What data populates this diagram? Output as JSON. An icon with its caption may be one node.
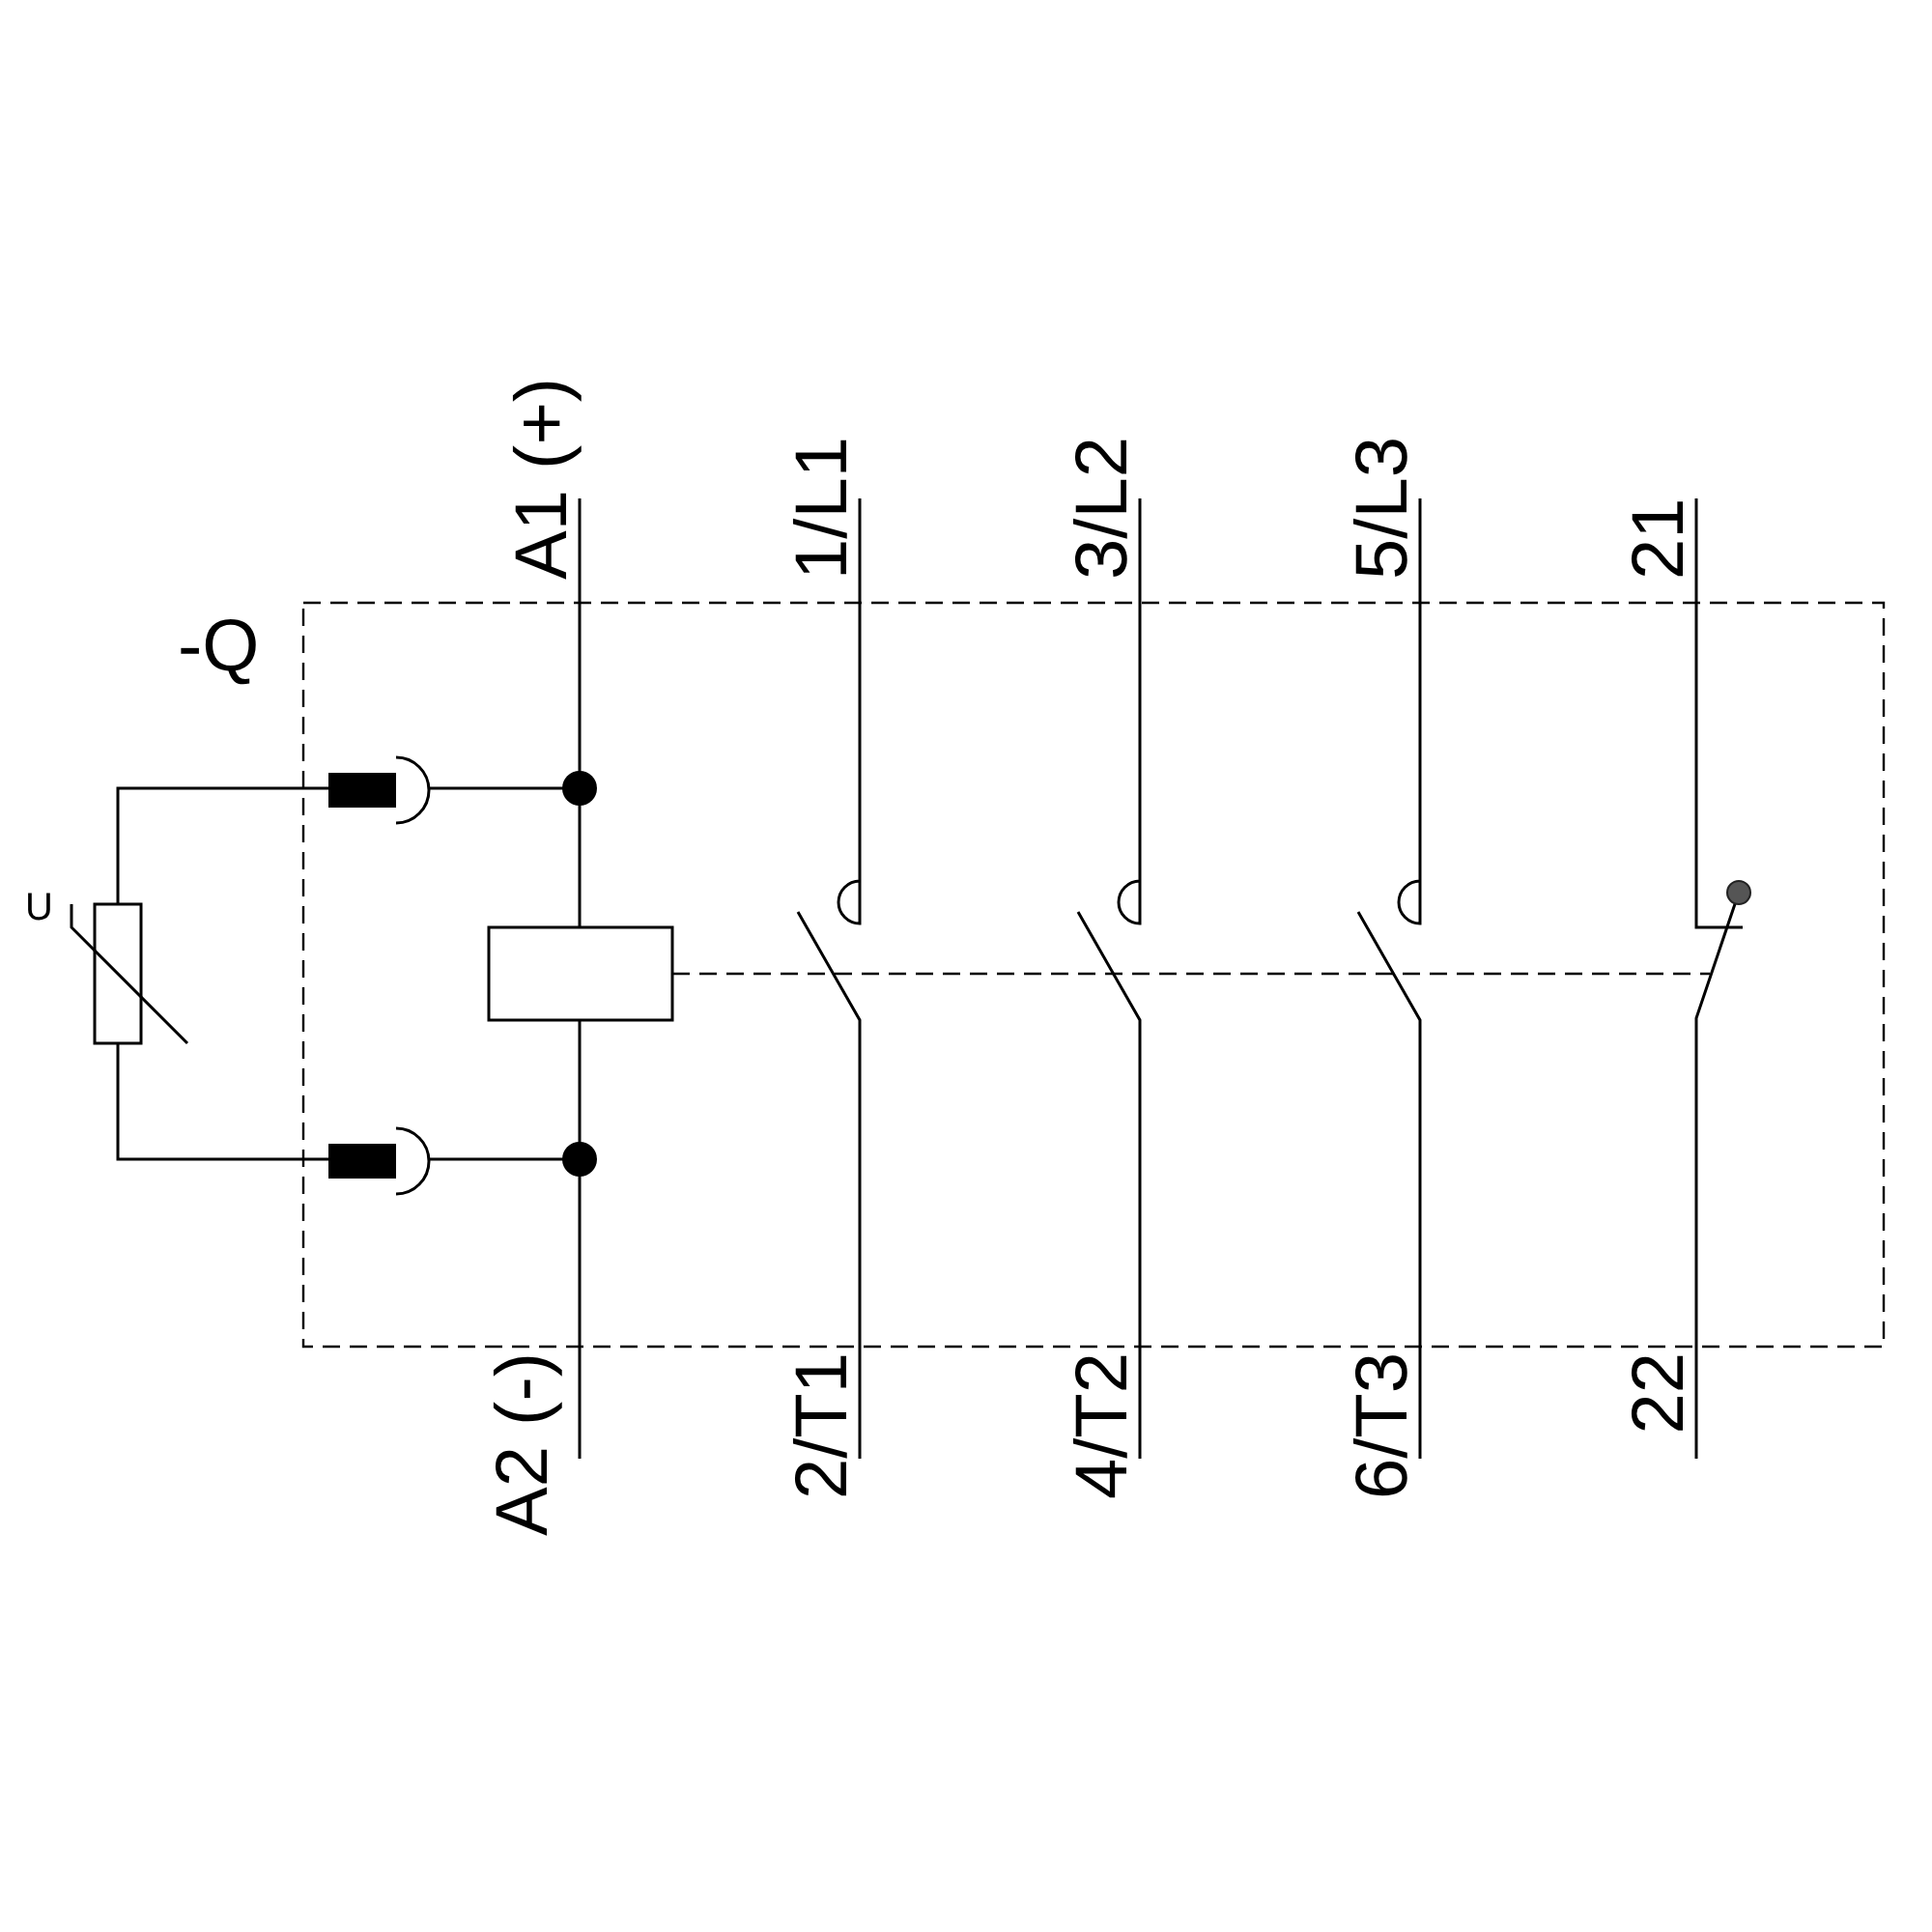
{
  "diagram": {
    "labels": [
      "A1 (+)",
      "1/L1",
      "3/L2",
      "5/L3",
      "21",
      "-Q",
      "U",
      "A2 (-)",
      "2/T1",
      "4/T2",
      "6/T3",
      "22"
    ]
  }
}
